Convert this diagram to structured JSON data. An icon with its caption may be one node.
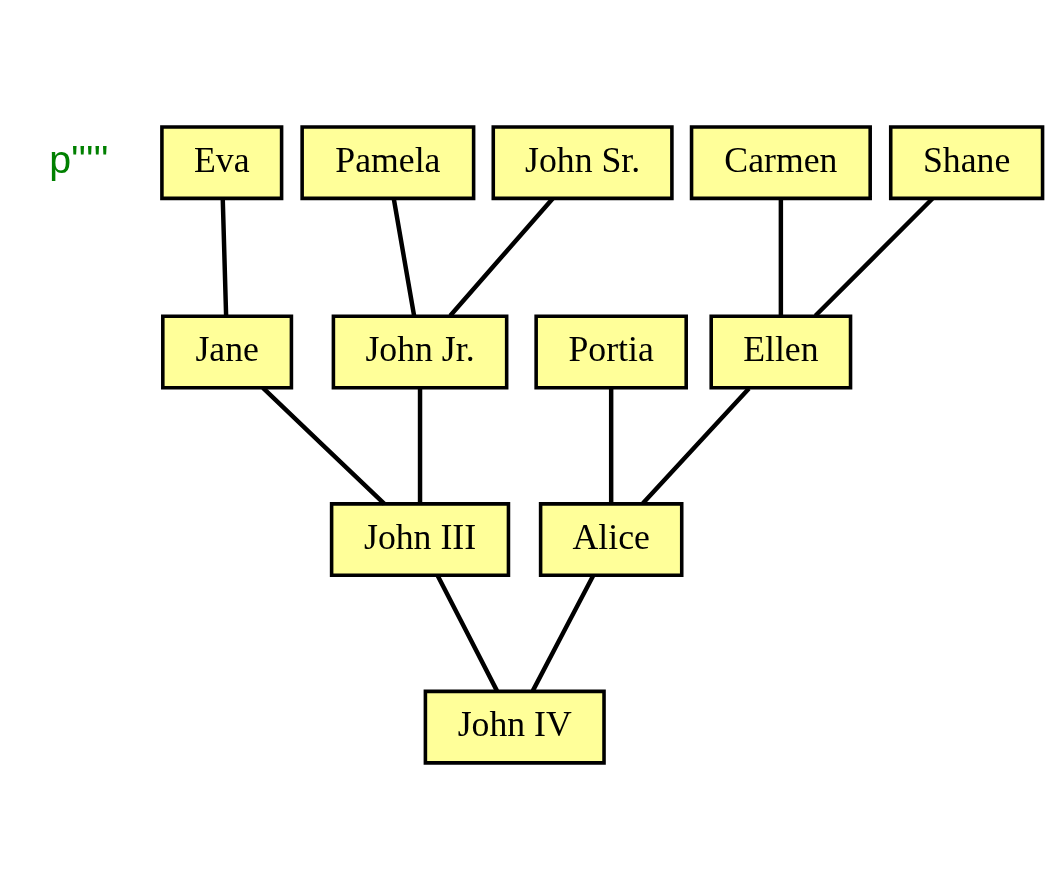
{
  "diagram": {
    "nodes": [
      {
        "text": [
          "Eva"
        ]
      },
      {
        "text": [
          "Shane"
        ]
      },
      {
        "text": [
          "Carmen"
        ]
      },
      {
        "text": [
          "John Sr."
        ]
      },
      {
        "text": [
          "Pamela"
        ]
      },
      {
        "text": [
          "John Jr."
        ]
      },
      {
        "text": [
          "Jane"
        ]
      },
      {
        "text": [
          "Portia"
        ]
      },
      {
        "text": [
          "Ellen"
        ]
      },
      {
        "text": [
          "John III"
        ]
      },
      {
        "text": [
          "Alice"
        ]
      },
      {
        "text": [
          "John IV"
        ]
      }
    ],
    "edges": [
      {
        "from": 0,
        "to": 6,
        "arrow": "none"
      },
      {
        "from": 1,
        "to": 8,
        "arrow": "none"
      },
      {
        "from": 2,
        "to": 8,
        "arrow": "none"
      },
      {
        "from": 3,
        "to": 5,
        "arrow": "none"
      },
      {
        "from": 4,
        "to": 5,
        "arrow": "none"
      },
      {
        "from": 5,
        "to": 9,
        "arrow": "none"
      },
      {
        "from": 6,
        "to": 9,
        "arrow": "none"
      },
      {
        "from": 7,
        "to": 10,
        "arrow": "none"
      },
      {
        "from": 8,
        "to": 10,
        "arrow": "none"
      },
      {
        "from": 9,
        "to": 11,
        "arrow": "none"
      },
      {
        "from": 10,
        "to": 11,
        "arrow": "none"
      }
    ],
    "labels": [
      "p'''''"
    ]
  }
}
